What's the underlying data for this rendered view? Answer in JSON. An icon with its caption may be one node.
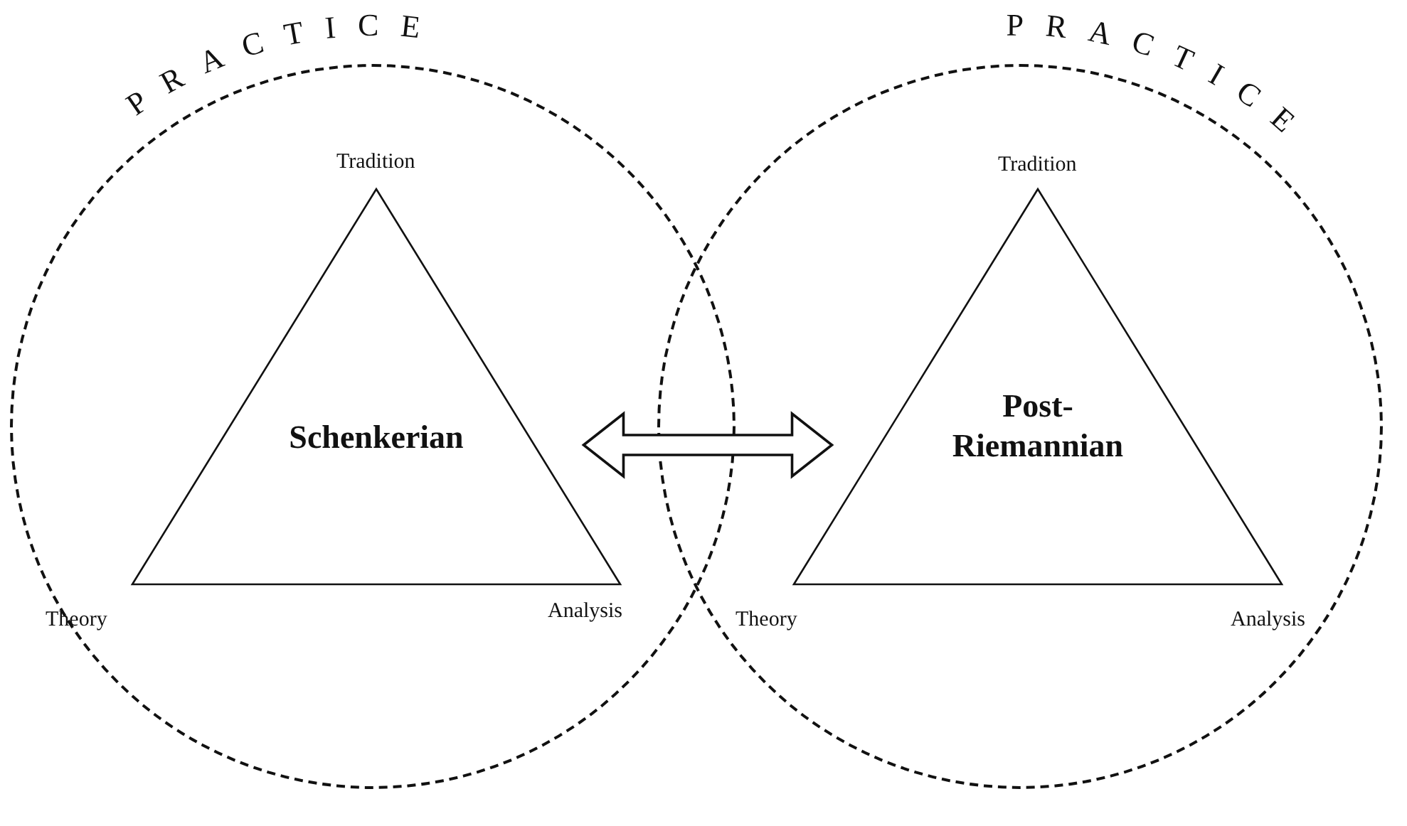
{
  "diagram": {
    "nodes": [
      {
        "text": [
          "PRACTICE"
        ]
      },
      {
        "text": [
          "Schenkerian"
        ],
        "in": 0,
        "beside": [
          "Tradition",
          "Theory",
          "Analysis"
        ]
      },
      {
        "text": [
          "PRACTICE"
        ]
      },
      {
        "text": [
          "Post- Riemannian"
        ],
        "in": 2,
        "beside": [
          "Tradition",
          "Theory",
          "Analysis"
        ]
      }
    ],
    "edges": [
      {
        "from": 1,
        "to": 3,
        "arrow": "both"
      }
    ]
  }
}
